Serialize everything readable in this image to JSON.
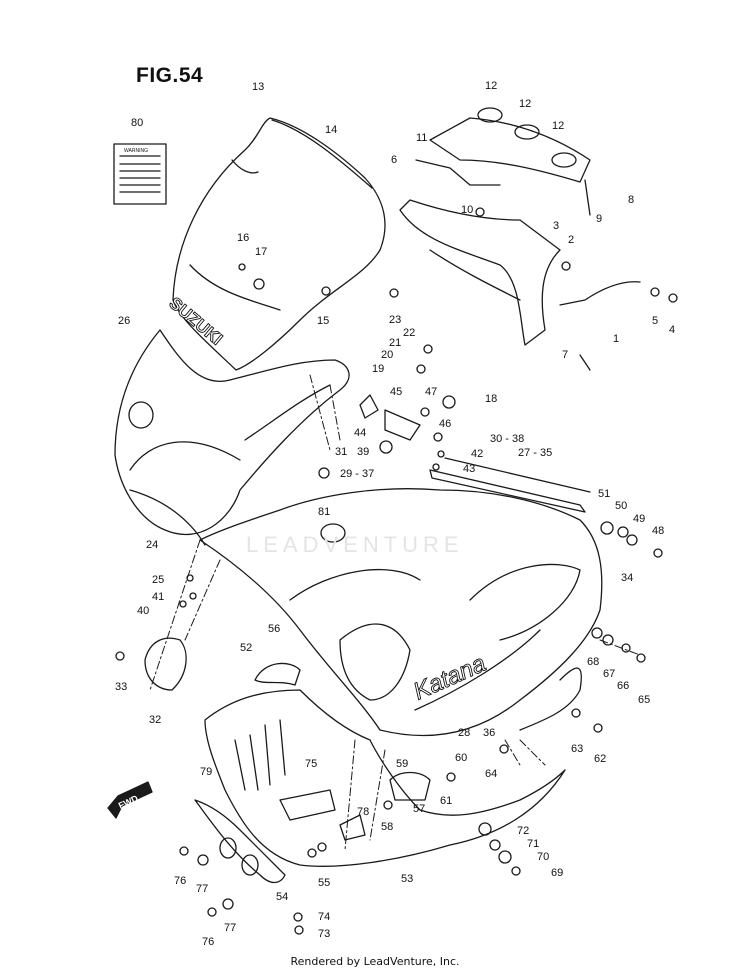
{
  "figure": {
    "title": "FIG.54"
  },
  "footer": {
    "text": "Rendered by LeadVenture, Inc."
  },
  "watermark": {
    "text": "LEADVENTURE"
  },
  "decals": {
    "brand": "SUZUKI",
    "model": "Katana",
    "warning_label": "WARNING",
    "direction": "FWD"
  },
  "colors": {
    "line": "#1a1a1a",
    "watermark": "#e4e4e4"
  },
  "callouts": [
    "1",
    "2",
    "3",
    "4",
    "5",
    "6",
    "7",
    "8",
    "9",
    "10",
    "11",
    "12",
    "12",
    "12",
    "13",
    "14",
    "15",
    "16",
    "17",
    "18",
    "19",
    "20",
    "21",
    "22",
    "23",
    "24",
    "25",
    "26",
    "27 - 35",
    "28",
    "29 - 37",
    "30 - 38",
    "31",
    "32",
    "33",
    "34",
    "36",
    "39",
    "40",
    "41",
    "42",
    "43",
    "44",
    "45",
    "46",
    "47",
    "48",
    "49",
    "50",
    "51",
    "52",
    "53",
    "54",
    "55",
    "56",
    "57",
    "58",
    "59",
    "60",
    "61",
    "62",
    "63",
    "64",
    "65",
    "66",
    "67",
    "68",
    "69",
    "70",
    "71",
    "72",
    "73",
    "74",
    "75",
    "76",
    "76",
    "77",
    "77",
    "78",
    "79",
    "80",
    "81"
  ]
}
